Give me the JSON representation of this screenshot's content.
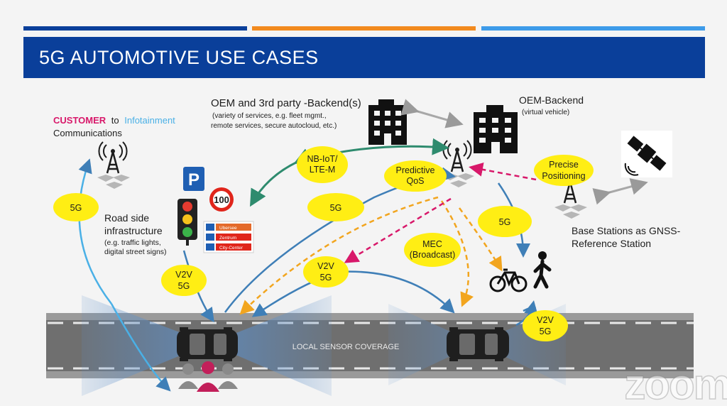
{
  "slide": {
    "title": "5G AUTOMOTIVE USE CASES",
    "accent_colors": {
      "dark_blue": "#0a3f9a",
      "orange": "#f28a1e",
      "light_blue": "#3d9be9",
      "bubble_yellow": "#ffee14",
      "magenta": "#d8186a",
      "sky": "#4ab0e6"
    }
  },
  "labels": {
    "customer_word": "CUSTOMER",
    "to_word": "to",
    "infotainment_word": "Infotainment",
    "communications": "Communications",
    "oem_3rd_title": "OEM and 3rd party -Backend(s)",
    "oem_3rd_sub1": "(variety of services, e.g. fleet mgmt.,",
    "oem_3rd_sub2": "remote services, secure autocloud, etc.)",
    "oem_backend_title": "OEM-Backend",
    "oem_backend_sub": "(virtual vehicle)",
    "road_side_1": "Road side",
    "road_side_2": "infrastructure",
    "road_side_sub1": "(e.g. traffic lights,",
    "road_side_sub2": "digital street signs)",
    "base_stations_1": "Base Stations as GNSS-",
    "base_stations_2": "Reference Station",
    "local_sensor": "LOCAL SENSOR COVERAGE",
    "speed_limit": "100",
    "parking_sign": "P",
    "sign_rows": [
      "Ubersee",
      "Zentrum",
      "City-Center"
    ]
  },
  "bubbles": {
    "b5g_left": "5G",
    "nbiot_1": "NB-IoT/",
    "nbiot_2": "LTE-M",
    "predictive_1": "Predictive",
    "predictive_2": "QoS",
    "precise_1": "Precise",
    "precise_2": "Positioning",
    "b5g_mid": "5G",
    "b5g_right": "5G",
    "mec_1": "MEC",
    "mec_2": "(Broadcast)",
    "v2v_left_1": "V2V",
    "v2v_left_2": "5G",
    "v2v_mid_1": "V2V",
    "v2v_mid_2": "5G",
    "v2v_right_1": "V2V",
    "v2v_right_2": "5G"
  },
  "icons": [
    "cell-tower-icon",
    "office-building-icon",
    "satellite-icon",
    "traffic-light-icon",
    "parking-sign-icon",
    "speed-limit-sign-icon",
    "direction-sign-icon",
    "bicycle-icon",
    "pedestrian-icon",
    "car-icon",
    "people-icon"
  ],
  "watermark": "zoom"
}
